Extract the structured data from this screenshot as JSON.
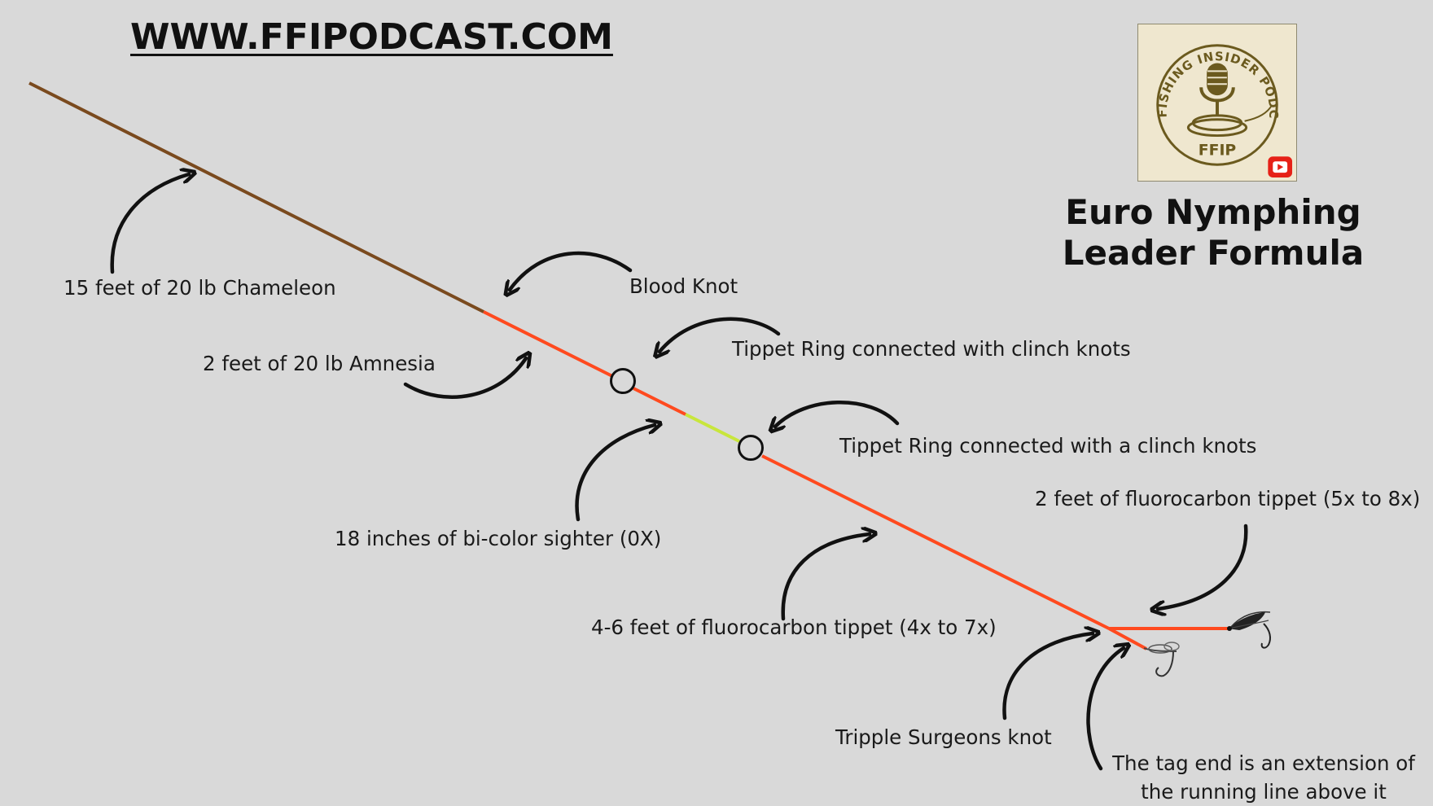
{
  "header": {
    "website": "WWW.FFIPODCAST.COM"
  },
  "title": {
    "line1": "Euro Nymphing",
    "line2": "Leader Formula"
  },
  "logo": {
    "ring_text": "FLY FISHING INSIDER PODCAST",
    "abbr": "FFIP",
    "icon": "microphone-fly-reel-icon",
    "badge_icon": "youtube-play-icon"
  },
  "labels": {
    "chameleon": "15 feet of 20 lb Chameleon",
    "blood_knot": "Blood Knot",
    "amnesia": "2 feet of 20 lb Amnesia",
    "tippet_ring_1": "Tippet Ring connected with  clinch knots",
    "sighter": "18 inches of bi-color sighter (0X)",
    "tippet_ring_2": "Tippet Ring connected with a clinch knots",
    "tippet_4_6": "4-6 feet of fluorocarbon tippet (4x to 7x)",
    "tippet_2": "2 feet of fluorocarbon tippet (5x to 8x)",
    "surgeons": "Tripple Surgeons knot",
    "tag_end_1": "The tag  end is an extension of",
    "tag_end_2": "the running line above it"
  },
  "colors": {
    "background": "#d9d9d9",
    "chameleon": "#7a4a1e",
    "amnesia": "#ff4a1f",
    "sighter": "#c8e63c",
    "tippet": "#ff4a1f",
    "arrow": "#111111",
    "logo_brown": "#6b5a1e"
  }
}
